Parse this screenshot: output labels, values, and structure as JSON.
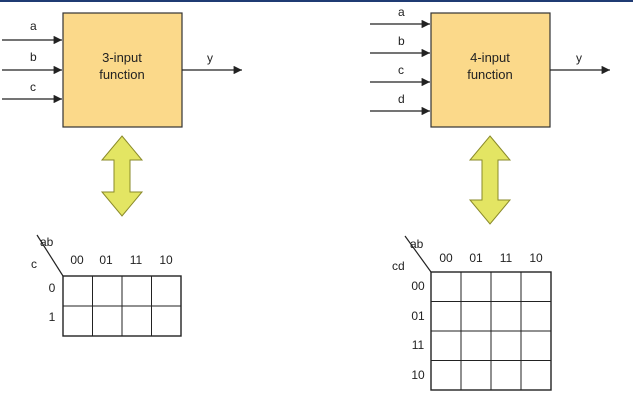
{
  "colors": {
    "block_fill": "#fbd98a",
    "block_stroke": "#333333",
    "arrow_fill": "#e3e563",
    "arrow_stroke": "#8a8a2a",
    "grid_stroke": "#222222",
    "top_rule": "#1f3b73"
  },
  "left": {
    "block": {
      "line1": "3-input",
      "line2": "function"
    },
    "inputs": [
      "a",
      "b",
      "c"
    ],
    "output": "y",
    "kmap": {
      "col_var": "ab",
      "row_var": "c",
      "col_labels": [
        "00",
        "01",
        "11",
        "10"
      ],
      "row_labels": [
        "0",
        "1"
      ]
    }
  },
  "right": {
    "block": {
      "line1": "4-input",
      "line2": "function"
    },
    "inputs": [
      "a",
      "b",
      "c",
      "d"
    ],
    "output": "y",
    "kmap": {
      "col_var": "ab",
      "row_var": "cd",
      "col_labels": [
        "00",
        "01",
        "11",
        "10"
      ],
      "row_labels": [
        "00",
        "01",
        "11",
        "10"
      ]
    }
  }
}
